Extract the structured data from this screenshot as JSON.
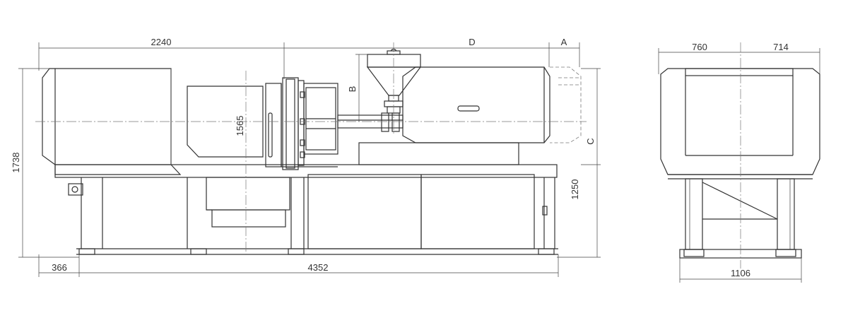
{
  "dimensions": {
    "mold_clamp_length": "2240",
    "injection_length_label": "D",
    "nozzle_offset_label": "A",
    "hopper_height_label": "B",
    "total_height_label": "C",
    "machine_height": "1738",
    "platen_height": "1565",
    "base_height": "1250",
    "front_offset": "366",
    "base_length": "4352",
    "side_width_left": "760",
    "side_width_right": "714",
    "side_base_width": "1106"
  }
}
